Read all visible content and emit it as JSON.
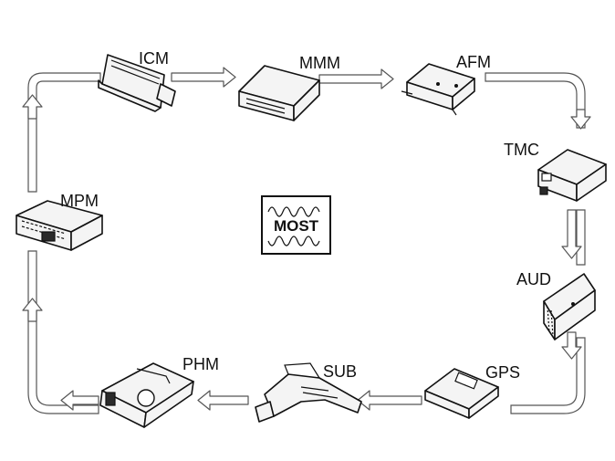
{
  "diagram": {
    "center_logo": {
      "text": "MOST",
      "icon": "most-logo-icon"
    },
    "modules": [
      {
        "id": "icm",
        "label": "ICM"
      },
      {
        "id": "mmm",
        "label": "MMM"
      },
      {
        "id": "afm",
        "label": "AFM"
      },
      {
        "id": "tmc",
        "label": "TMC"
      },
      {
        "id": "aud",
        "label": "AUD"
      },
      {
        "id": "gps",
        "label": "GPS"
      },
      {
        "id": "sub",
        "label": "SUB"
      },
      {
        "id": "phm",
        "label": "PHM"
      },
      {
        "id": "mpm",
        "label": "MPM"
      }
    ],
    "ring_direction": "clockwise",
    "colors": {
      "line": "#555555",
      "device": "#111111",
      "background": "#ffffff"
    }
  }
}
